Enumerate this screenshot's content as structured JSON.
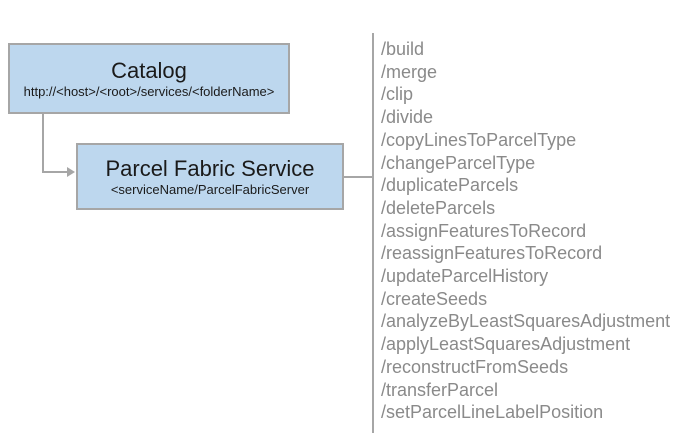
{
  "catalog_box": {
    "title": "Catalog",
    "subtitle": "http://<host>/<root>/services/<folderName>"
  },
  "service_box": {
    "title": "Parcel Fabric Service",
    "subtitle": "<serviceName/ParcelFabricServer"
  },
  "endpoints": [
    "/build",
    "/merge",
    "/clip",
    "/divide",
    "/copyLinesToParcelType",
    "/changeParcelType",
    "/duplicateParcels",
    "/deleteParcels",
    "/assignFeaturesToRecord",
    "/reassignFeaturesToRecord",
    "/updateParcelHistory",
    "/createSeeds",
    "/analyzeByLeastSquaresAdjustment",
    "/applyLeastSquaresAdjustment",
    "/reconstructFromSeeds",
    "/transferParcel",
    "/setParcelLineLabelPosition"
  ],
  "colors": {
    "box_fill": "#bdd7ee",
    "box_border": "#a6a6a6",
    "connector": "#a6a6a6",
    "title_text": "#1a1a1a",
    "endpoint_text": "#8a8a8a"
  }
}
